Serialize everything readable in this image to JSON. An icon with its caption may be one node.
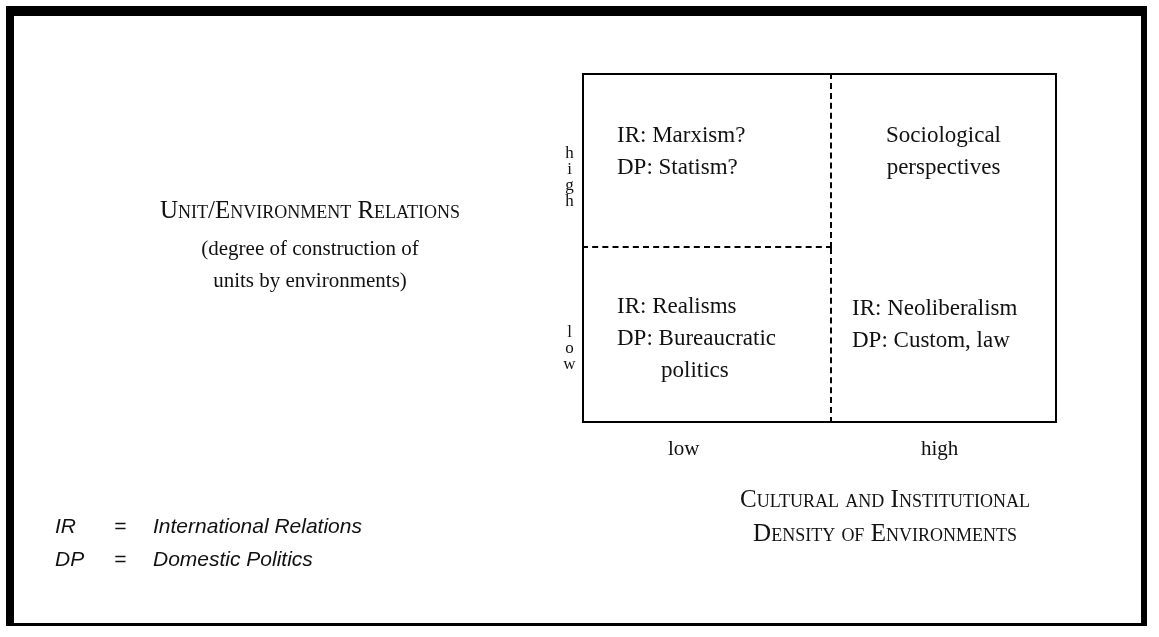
{
  "diagram": {
    "nodes": [
      {
        "text": [
          "IR: Marxism?",
          "DP: Statism?"
        ]
      },
      {
        "text": [
          "Sociological perspectives"
        ]
      },
      {
        "text": [
          "IR: Realisms",
          "DP: Bureaucratic politics"
        ]
      },
      {
        "text": [
          "IR: Neoliberalism",
          "DP: Custom, law"
        ]
      }
    ],
    "edges": [],
    "labels": [
      "Unit/Environment Relations",
      "(degree of construction of units by environments)",
      "high",
      "low",
      "low",
      "high",
      "Cultural and Institutional Density of Environments",
      "IR",
      "=",
      "International Relations",
      "DP",
      "=",
      "Domestic Politics"
    ]
  }
}
